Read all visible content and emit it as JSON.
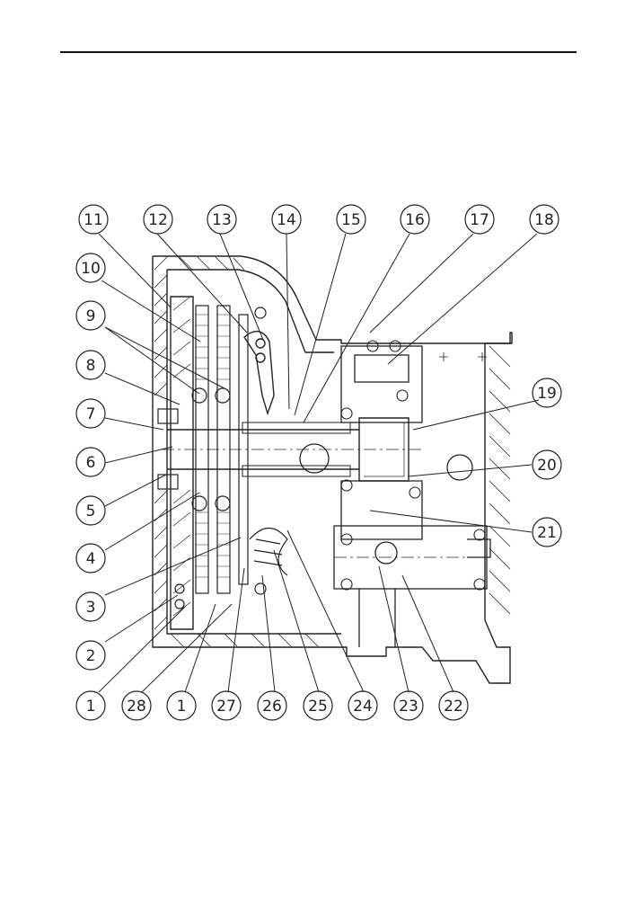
{
  "diagram": {
    "top_callouts": [
      "11",
      "12",
      "13",
      "14",
      "15",
      "16",
      "17",
      "18"
    ],
    "left_callouts": [
      "10",
      "9",
      "8",
      "7",
      "6",
      "5",
      "4",
      "3",
      "2"
    ],
    "right_callouts": [
      "19",
      "20",
      "21"
    ],
    "bottom_callouts": [
      "1",
      "28",
      "1",
      "27",
      "26",
      "25",
      "24",
      "23",
      "22"
    ]
  }
}
